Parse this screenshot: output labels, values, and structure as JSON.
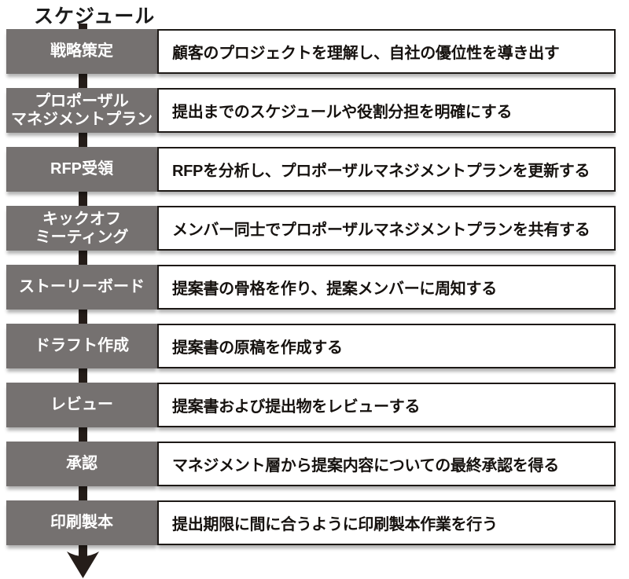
{
  "title": "スケジュール",
  "colors": {
    "step_box_gray": "#757170",
    "arrow_black": "#251d19",
    "border_black": "#1d1916",
    "text_dark": "#16120f"
  },
  "steps": [
    {
      "label_lines": [
        "戦略策定"
      ],
      "description": "顧客のプロジェクトを理解し、自社の優位性を導き出す"
    },
    {
      "label_lines": [
        "プロポーザル",
        "マネジメントプラン"
      ],
      "description": "提出までのスケジュールや役割分担を明確にする"
    },
    {
      "label_lines": [
        "RFP受領"
      ],
      "description": "RFPを分析し、プロポーザルマネジメントプランを更新する"
    },
    {
      "label_lines": [
        "キックオフ",
        "ミーティング"
      ],
      "description": "メンバー同士でプロポーザルマネジメントプランを共有する"
    },
    {
      "label_lines": [
        "ストーリーボード"
      ],
      "description": "提案書の骨格を作り、提案メンバーに周知する"
    },
    {
      "label_lines": [
        "ドラフト作成"
      ],
      "description": "提案書の原稿を作成する"
    },
    {
      "label_lines": [
        "レビュー"
      ],
      "description": "提案書および提出物をレビューする"
    },
    {
      "label_lines": [
        "承認"
      ],
      "description": "マネジメント層から提案内容についての最終承認を得る"
    },
    {
      "label_lines": [
        "印刷製本"
      ],
      "description": "提出期限に間に合うように印刷製本作業を行う"
    }
  ]
}
